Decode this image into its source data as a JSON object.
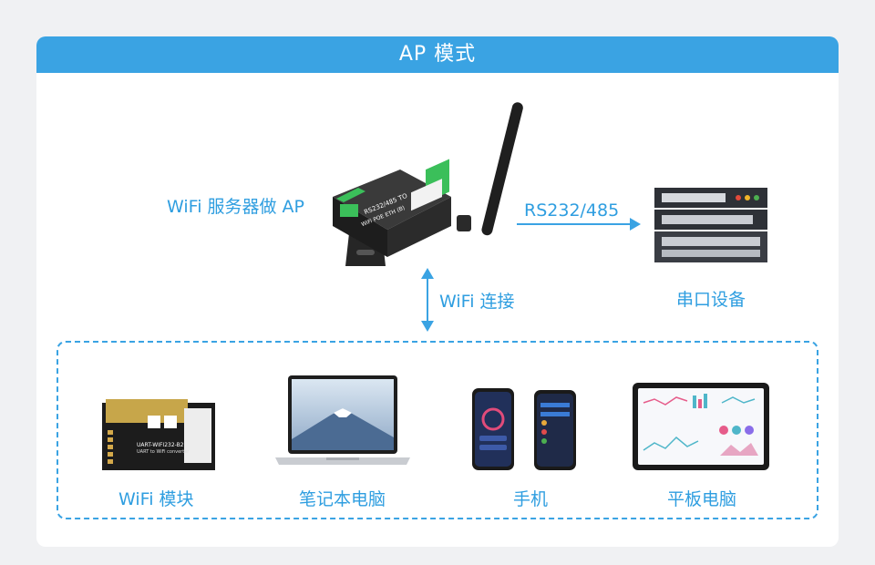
{
  "header": {
    "title": "AP 模式"
  },
  "labels": {
    "server_ap": "WiFi 服务器做 AP",
    "serial_link": "RS232/485",
    "wifi_link": "WiFi 连接",
    "serial_device": "串口设备"
  },
  "device": {
    "top_label": "RS232/485 TO",
    "sub_label": "WiFi POE ETH (B)"
  },
  "module": {
    "chip_text_1": "UART-WIFI232-B2",
    "chip_text_2": "UART to WiFi converter"
  },
  "clients": [
    {
      "label": "WiFi 模块",
      "icon": "wifi-module-icon"
    },
    {
      "label": "笔记本电脑",
      "icon": "laptop-icon"
    },
    {
      "label": "手机",
      "icon": "phone-icon"
    },
    {
      "label": "平板电脑",
      "icon": "tablet-icon"
    }
  ],
  "colors": {
    "accent": "#3aa3e3",
    "text": "#2f9ee0",
    "terminal": "#3bbf5a"
  }
}
